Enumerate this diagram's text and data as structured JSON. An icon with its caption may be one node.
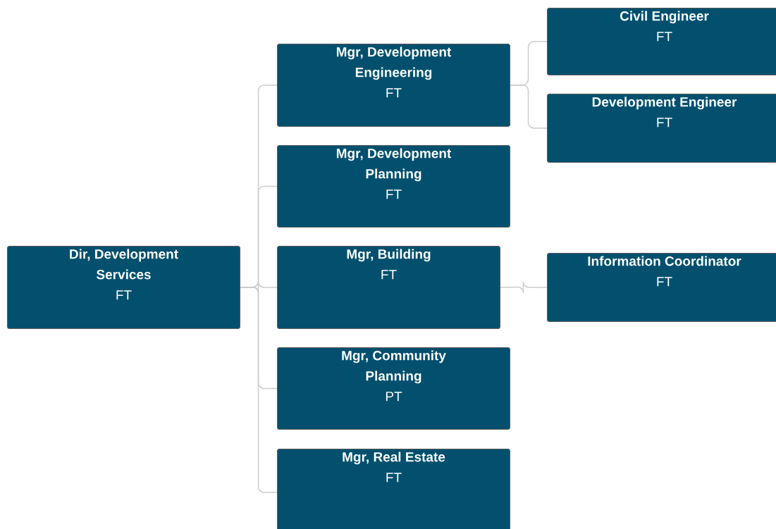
{
  "diagram": {
    "nodes": [
      {
        "text": [
          "Dir, Development Services",
          "FT"
        ]
      },
      {
        "text": [
          "Mgr, Development Engineering",
          "FT"
        ]
      },
      {
        "text": [
          "Civil Engineer",
          "FT"
        ]
      },
      {
        "text": [
          "Development Engineer",
          "FT"
        ]
      },
      {
        "text": [
          "Mgr, Development Planning",
          "FT"
        ]
      },
      {
        "text": [
          "Mgr, Building",
          "FT"
        ]
      },
      {
        "text": [
          "Information Coordinator",
          "FT"
        ]
      },
      {
        "text": [
          "Mgr, Community Planning",
          "PT"
        ]
      },
      {
        "text": [
          "Mgr, Real Estate",
          "FT"
        ]
      }
    ],
    "edges": [
      {
        "from": 0,
        "to": 1,
        "arrow": "none"
      },
      {
        "from": 1,
        "to": 2,
        "arrow": "none"
      },
      {
        "from": 1,
        "to": 3,
        "arrow": "none"
      },
      {
        "from": 0,
        "to": 4,
        "arrow": "none"
      },
      {
        "from": 0,
        "to": 5,
        "arrow": "none"
      },
      {
        "from": 5,
        "to": 6,
        "arrow": "none"
      },
      {
        "from": 0,
        "to": 7,
        "arrow": "none"
      },
      {
        "from": 0,
        "to": 8,
        "arrow": "none"
      }
    ]
  }
}
